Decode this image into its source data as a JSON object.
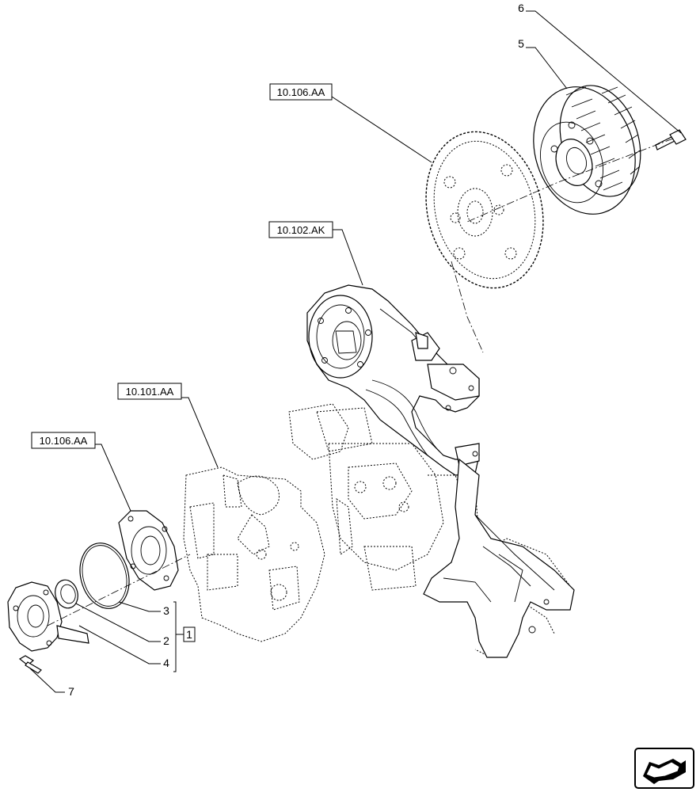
{
  "references": {
    "ref_top": "10.106.AA",
    "ref_housing": "10.102.AK",
    "ref_block": "10.101.AA",
    "ref_pump": "10.106.AA"
  },
  "callouts": {
    "c6": "6",
    "c5": "5",
    "c3": "3",
    "c2": "2",
    "c4": "4",
    "c7": "7",
    "kit": "1"
  },
  "icons": {
    "nav": "arrow-left-icon"
  }
}
